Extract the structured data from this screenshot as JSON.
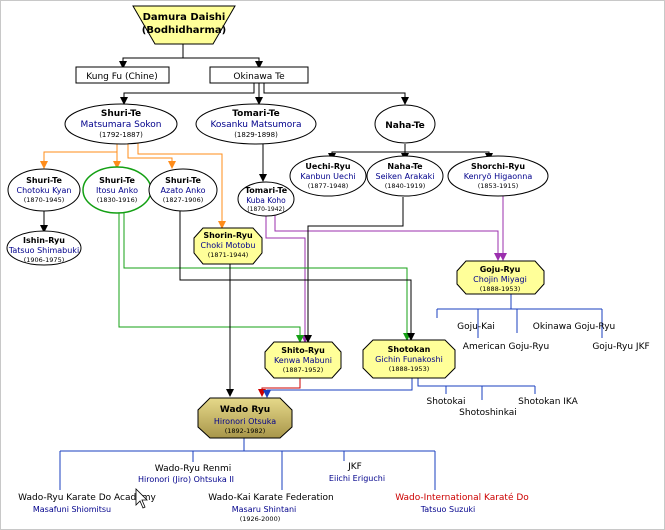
{
  "title": {
    "line1": "Damura Daishi",
    "line2": "(Bodhidharma)"
  },
  "branches": {
    "kungfu": "Kung Fu (Chine)",
    "okinawa": "Okinawa Te"
  },
  "shuri": {
    "name": "Shuri-Te",
    "master": "Matsumara Sokon",
    "years": "(1792-1887)"
  },
  "tomari": {
    "name": "Tomari-Te",
    "master": "Kosanku Matsumora",
    "years": "(1829-1898)"
  },
  "naha": {
    "name": "Naha-Te"
  },
  "shuri_chotoku": {
    "name": "Shuri-Te",
    "master": "Chotoku Kyan",
    "years": "(1870-1945)"
  },
  "shuri_itosu": {
    "name": "Shuri-Te",
    "master": "Itosu Anko",
    "years": "(1830-1916)"
  },
  "shuri_azato": {
    "name": "Shuri-Te",
    "master": "Azato Anko",
    "years": "(1827-1906)"
  },
  "uechi": {
    "name": "Uechi-Ryu",
    "master": "Kanbun Uechi",
    "years": "(1877-1948)"
  },
  "naha_seiken": {
    "name": "Naha-Te",
    "master": "Seiken Arakaki",
    "years": "(1840-1919)"
  },
  "shorchi": {
    "name": "Shorchi-Ryu",
    "master": "Kenryö Higaonna",
    "years": "(1853-1915)"
  },
  "tomari_kuba": {
    "name": "Tomari-Te",
    "master": "Kuba Koho",
    "years": "(1870-1942)"
  },
  "ishin": {
    "name": "Ishin-Ryu",
    "master": "Tatsuo Shimabuki",
    "years": "(1906-1975)"
  },
  "shorin": {
    "name": "Shorin-Ryu",
    "master": "Choki Motobu",
    "years": "(1871-1944)"
  },
  "goju": {
    "name": "Goju-Ryu",
    "master": "Chojin Miyagi",
    "years": "(1888-1953)"
  },
  "goju_children": {
    "gojukai": "Goju-Kai",
    "okinawa_goju": "Okinawa Goju-Ryu",
    "american": "American Goju-Ryu",
    "gojujkf": "Goju-Ryu JKF"
  },
  "shito": {
    "name": "Shito-Ryu",
    "master": "Kenwa Mabuni",
    "years": "(1887-1952)"
  },
  "shotokan": {
    "name": "Shotokan",
    "master": "Gichin Funakoshi",
    "years": "(1888-1953)"
  },
  "shotokan_children": {
    "shotokai": "Shotokai",
    "shotoshinkai": "Shotoshinkai",
    "ika": "Shotokan IKA"
  },
  "wado": {
    "name": "Wado Ryu",
    "master": "Hironori Otsuka",
    "years": "(1892-1982)"
  },
  "wado_children": {
    "renmei": {
      "name": "Wado-Ryu Renmi",
      "master": "Hironori (Jiro) Ohtsuka II"
    },
    "jkf": {
      "name": "JKF",
      "master": "Eiichi Eriguchi"
    },
    "academy": {
      "name": "Wado-Ryu Karate Do Academy",
      "master": "Masafuni Shiomitsu"
    },
    "federation": {
      "name": "Wado-Kai Karate Federation",
      "master": "Masaru Shintani",
      "years": "(1926-2000)"
    },
    "international": {
      "name": "Wado-International Karaté Do",
      "master": "Tatsuo Suzuki"
    }
  },
  "colors": {
    "yellow_fill": "#ffff99",
    "master_blue": "#00008b",
    "orange": "#ff8c1a",
    "green": "#14a014",
    "purple": "#9b2fae",
    "blue": "#1a3fbf",
    "red": "#cc0000",
    "wado_fill": "#c9b96a"
  }
}
